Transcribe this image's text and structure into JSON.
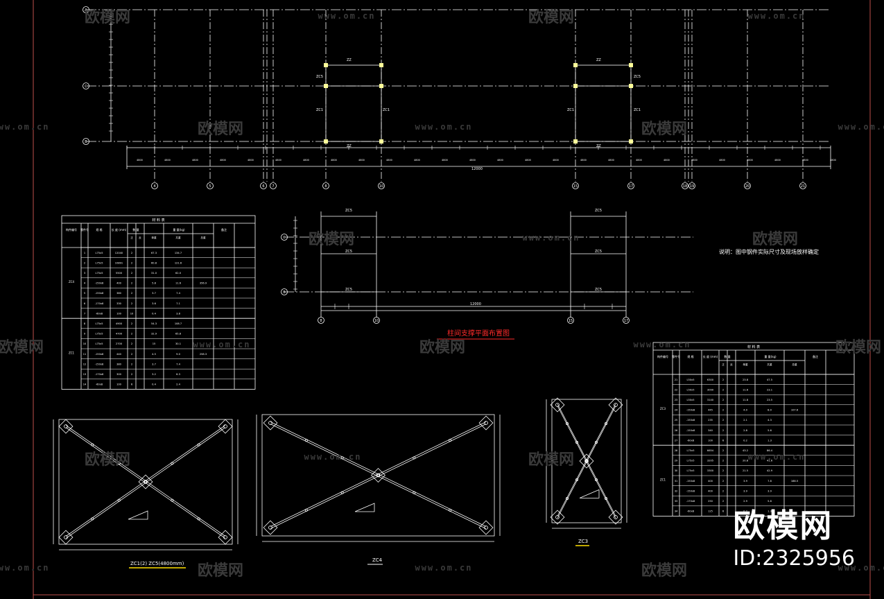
{
  "drawing": {
    "plan_title": "柱间支撑平面布置图",
    "note": "说明：图中钢件实际尺寸及现场放样确定",
    "axis_row_labels": [
      "A",
      "C",
      "B"
    ],
    "axis_col_labels": [
      "4",
      "5",
      "6",
      "7",
      "8",
      "10",
      "15",
      "17",
      "18",
      "19",
      "20",
      "21"
    ],
    "plan2_col_labels": [
      "8",
      "10",
      "15",
      "17"
    ],
    "label_zc5": "ZC5",
    "label_zc1": "ZC1",
    "label_zz": "ZZ",
    "label_zc5_plan2": "ZC5",
    "dim_total": "12000",
    "detail_captions": {
      "zc1": "ZC1(2) ZC5(4800mm)",
      "zc4": "ZC4",
      "zc3": "ZC3"
    }
  },
  "table_left": {
    "title": "材 料 表",
    "headers": [
      "构件编号",
      "零件号",
      "规 格",
      "长 度 (mm)",
      "数 量",
      "重 量(kg)",
      "备注"
    ],
    "subheaders": [
      "正",
      "反",
      "单重",
      "共重",
      "总重"
    ],
    "groups": [
      "ZC4",
      "ZC1"
    ],
    "rows": [
      [
        "1",
        "L75x5",
        "12040",
        "2",
        "",
        "67.3",
        "134.7",
        ""
      ],
      [
        "2",
        "L75x5",
        "10891",
        "2",
        "",
        "60.8",
        "121.6",
        ""
      ],
      [
        "3",
        "L75x5",
        "5500",
        "2",
        "",
        "31.0",
        "62.0",
        ""
      ],
      [
        "4",
        "-150x8",
        "400",
        "2",
        "",
        "5.8",
        "11.6",
        "356.9"
      ],
      [
        "5",
        "-150x8",
        "380",
        "2",
        "",
        "3.7",
        "7.4",
        ""
      ],
      [
        "6",
        "-170x8",
        "330",
        "2",
        "",
        "3.6",
        "7.1",
        ""
      ],
      [
        "7",
        "-60x8",
        "100",
        "10",
        "",
        "0.4",
        "3.8",
        ""
      ],
      [
        "8",
        "L75x5",
        "4900",
        "2",
        "",
        "54.3",
        "108.7",
        ""
      ],
      [
        "9",
        "L75x5",
        "4700",
        "2",
        "",
        "32.9",
        "65.8",
        ""
      ],
      [
        "10",
        "L75x5",
        "2700",
        "2",
        "",
        "15",
        "30.1",
        ""
      ],
      [
        "11",
        "-150x8",
        "440",
        "2",
        "",
        "4.5",
        "9.0",
        "258.3"
      ],
      [
        "12",
        "-150x8",
        "380",
        "2",
        "",
        "3.7",
        "7.4",
        ""
      ],
      [
        "13",
        "-170x8",
        "300",
        "2",
        "",
        "3.2",
        "6.3",
        ""
      ],
      [
        "14",
        "-60x8",
        "100",
        "6",
        "",
        "0.4",
        "2.4",
        ""
      ]
    ]
  },
  "table_right": {
    "title": "材 料 表",
    "headers": [
      "构件编号",
      "零件号",
      "规 格",
      "长 度 (mm)",
      "数 量",
      "重 量(kg)",
      "备注"
    ],
    "subheaders": [
      "正",
      "反",
      "单重",
      "共重",
      "总重"
    ],
    "groups": [
      "ZC3",
      "ZC1"
    ],
    "rows": [
      [
        "21",
        "L50x5",
        "6300",
        "2",
        "",
        "23.8",
        "47.5",
        ""
      ],
      [
        "22",
        "L50x5",
        "3090",
        "2",
        "",
        "11.6",
        "23.1",
        ""
      ],
      [
        "23",
        "L50x5",
        "3140",
        "2",
        "",
        "11.8",
        "23.5",
        ""
      ],
      [
        "24",
        "-150x8",
        "445",
        "2",
        "",
        "4.0",
        "8.0",
        "107.6"
      ],
      [
        "25",
        "-150x8",
        "235",
        "2",
        "",
        "2.1",
        "4.3",
        ""
      ],
      [
        "26",
        "-150x8",
        "340",
        "2",
        "",
        "2.8",
        "5.6",
        ""
      ],
      [
        "27",
        "-60x8",
        "100",
        "6",
        "",
        "0.2",
        "1.3",
        ""
      ],
      [
        "28",
        "L75x5",
        "6654",
        "2",
        "",
        "43.2",
        "86.4",
        ""
      ],
      [
        "29",
        "L75x5",
        "3205",
        "2",
        "",
        "20.8",
        "41.6",
        ""
      ],
      [
        "30",
        "L75x5",
        "3300",
        "2",
        "",
        "21.5",
        "42.9",
        ""
      ],
      [
        "31",
        "-150x8",
        "400",
        "2",
        "",
        "3.9",
        "7.8",
        "188.5"
      ],
      [
        "32",
        "-150x8",
        "400",
        "2",
        "",
        "3.9",
        "3.9",
        ""
      ],
      [
        "33",
        "-170x8",
        "250",
        "2",
        "",
        "2.9",
        "5.8",
        ""
      ],
      [
        "34",
        "-60x8",
        "125",
        "6",
        "",
        "0.2",
        "1.3",
        ""
      ]
    ]
  },
  "watermark": {
    "brand": "欧模网",
    "url": "www.om.cn",
    "id": "ID:2325956"
  },
  "colors": {
    "background": "#000000",
    "line": "#ffffff",
    "title_red": "#ff2a2a",
    "node_yellow": "#ffff99",
    "caption_yellow": "#ffe000",
    "border_red": "#c0504d",
    "watermark": "#3a3a3a"
  }
}
